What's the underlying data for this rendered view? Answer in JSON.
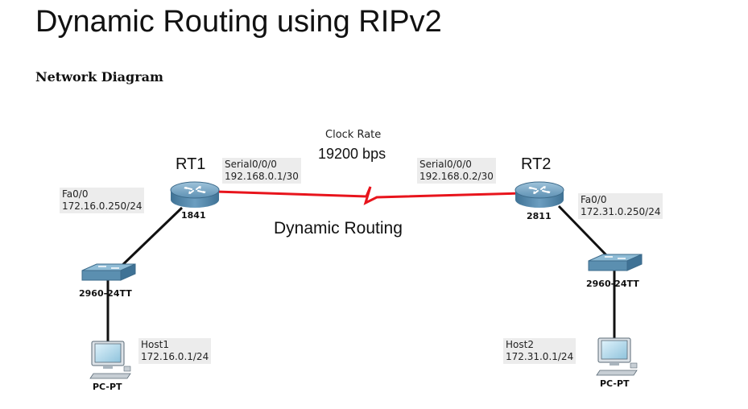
{
  "title": "Dynamic Routing using RIPv2",
  "subtitle": "Network Diagram",
  "diagram": {
    "center_label": "Dynamic Routing",
    "clock_rate_label": "Clock Rate",
    "clock_rate_value": "19200 bps",
    "rt1": {
      "name": "RT1",
      "model": "1841",
      "serial_if": "Serial0/0/0",
      "serial_ip": "192.168.0.1/30",
      "fa_if": "Fa0/0",
      "fa_ip": "172.16.0.250/24"
    },
    "rt2": {
      "name": "RT2",
      "model": "2811",
      "serial_if": "Serial0/0/0",
      "serial_ip": "192.168.0.2/30",
      "fa_if": "Fa0/0",
      "fa_ip": "172.31.0.250/24"
    },
    "switch1": {
      "model": "2960-24TT"
    },
    "switch2": {
      "model": "2960-24TT"
    },
    "host1": {
      "name": "Host1",
      "ip": "172.16.0.1/24",
      "type": "PC-PT"
    },
    "host2": {
      "name": "Host2",
      "ip": "172.31.0.1/24",
      "type": "PC-PT"
    },
    "colors": {
      "serial_link": "#e8141c",
      "ethernet_link": "#111111",
      "device_blue": "#5b8fb0"
    }
  }
}
